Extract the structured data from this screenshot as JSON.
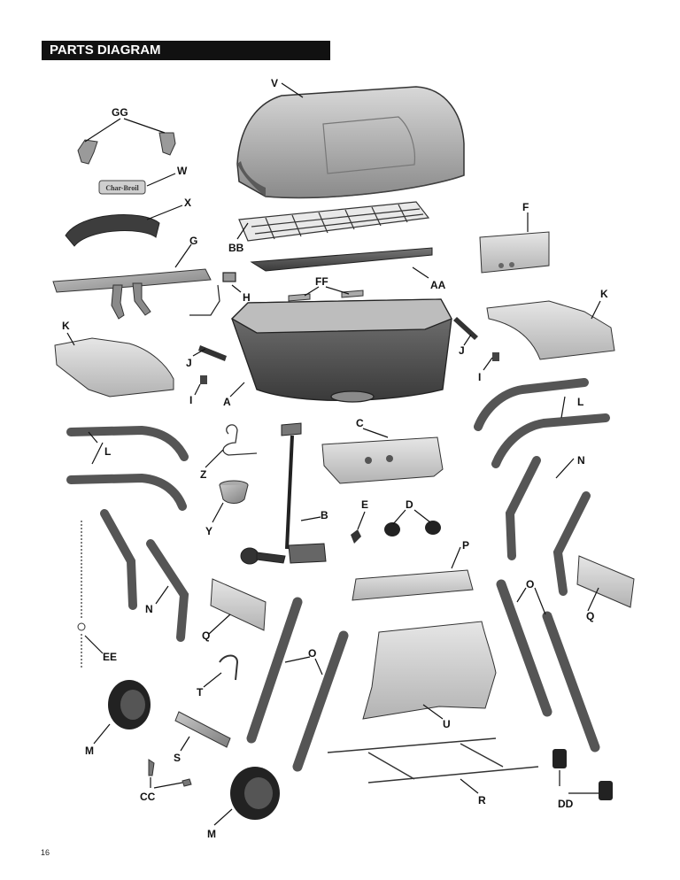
{
  "header": {
    "title": "PARTS DIAGRAM"
  },
  "page_number": "16",
  "logo_text": "Char-Broil",
  "labels": {
    "V": "V",
    "GG": "GG",
    "W": "W",
    "X": "X",
    "G": "G",
    "BB": "BB",
    "F": "F",
    "AA": "AA",
    "H": "H",
    "FF": "FF",
    "K_right": "K",
    "K_left": "K",
    "J_left": "J",
    "J_right": "J",
    "I_left": "I",
    "I_right": "I",
    "A": "A",
    "L_right": "L",
    "C": "C",
    "L_left": "L",
    "N_right": "N",
    "Z": "Z",
    "B": "B",
    "E": "E",
    "D": "D",
    "Y": "Y",
    "P": "P",
    "O_right": "O",
    "N_left": "N",
    "Q_right": "Q",
    "Q_left": "Q",
    "O_left": "O",
    "EE": "EE",
    "T": "T",
    "U": "U",
    "M_top": "M",
    "S": "S",
    "R": "R",
    "CC": "CC",
    "DD": "DD",
    "M_bottom": "M"
  }
}
